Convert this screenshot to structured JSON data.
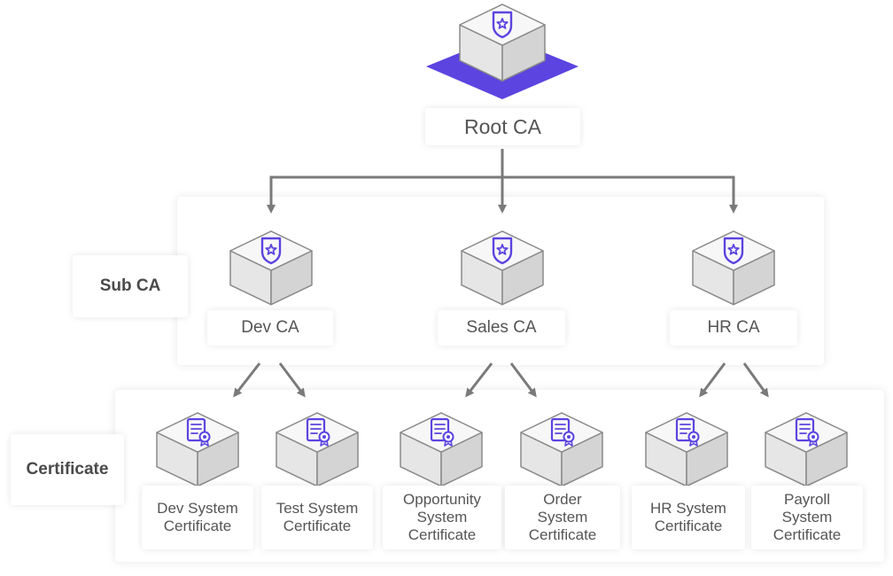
{
  "root": {
    "label": "Root CA"
  },
  "tiers": {
    "sub_ca": "Sub CA",
    "certificate": "Certificate"
  },
  "sub_cas": [
    {
      "label": "Dev CA"
    },
    {
      "label": "Sales CA"
    },
    {
      "label": "HR CA"
    }
  ],
  "certificates": [
    {
      "label": "Dev System\nCertificate"
    },
    {
      "label": "Test System\nCertificate"
    },
    {
      "label": "Opportunity\nSystem\nCertificate"
    },
    {
      "label": "Order\nSystem\nCertificate"
    },
    {
      "label": "HR System\nCertificate"
    },
    {
      "label": "Payroll\nSystem\nCertificate"
    }
  ],
  "colors": {
    "accent": "#5b44e0",
    "arrow": "#7a7a7a",
    "cube_top": "#f7f7f7",
    "cube_left": "#e6e6e6",
    "cube_right": "#d4d4d4",
    "cube_edge": "#8a8a8a"
  },
  "icons": {
    "ca": "shield-star-icon",
    "certificate": "certificate-document-icon"
  }
}
